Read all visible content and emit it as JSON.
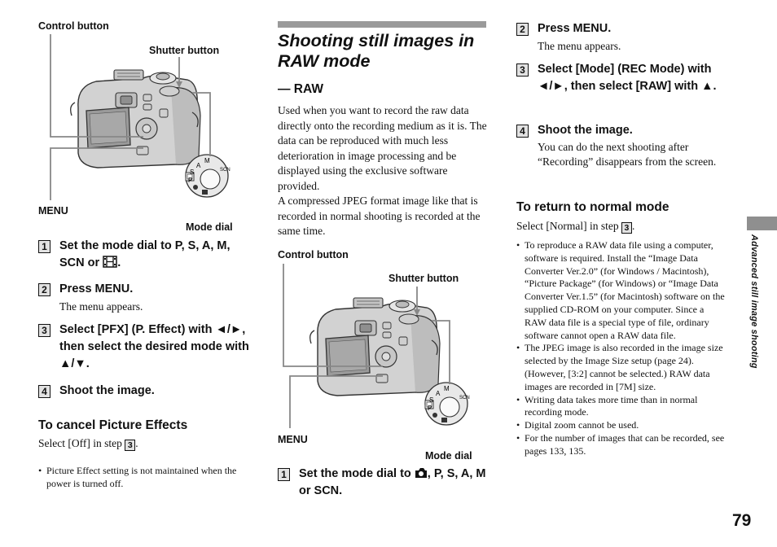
{
  "page_number": "79",
  "side_tab": "Advanced still image shooting",
  "left": {
    "figure": {
      "control_button": "Control button",
      "shutter_button": "Shutter button",
      "menu": "MENU",
      "mode_dial": "Mode dial",
      "dial_letters": [
        "M",
        "A",
        "S",
        "P",
        "SCN"
      ]
    },
    "steps": [
      {
        "num": "1",
        "text": "Set the mode dial to P, S, A, M, SCN or",
        "icon": "movie-mode-icon",
        "sub": ""
      },
      {
        "num": "2",
        "text": "Press MENU.",
        "sub": "The menu appears."
      },
      {
        "num": "3",
        "text": "Select [PFX] (P. Effect) with ◄/►, then select the desired mode with ▲/▼.",
        "sub": ""
      },
      {
        "num": "4",
        "text": "Shoot the image.",
        "sub": ""
      }
    ],
    "cancel_heading": "To cancel Picture Effects",
    "cancel_text": "Select [Off] in step",
    "cancel_step": "3",
    "bullets": [
      "Picture Effect setting is not maintained when the power is turned off."
    ]
  },
  "middle": {
    "title": "Shooting still images in RAW mode",
    "subtitle": "— RAW",
    "paragraph1": "Used when you want to record the raw data directly onto the recording medium as it is. The data can be reproduced with much less deterioration in image processing and be displayed using the exclusive software provided.",
    "paragraph2": "A compressed JPEG format image like that is recorded in normal shooting is recorded at the same time.",
    "figure": {
      "control_button": "Control button",
      "shutter_button": "Shutter button",
      "menu": "MENU",
      "mode_dial": "Mode dial"
    },
    "step1_num": "1",
    "step1_text_a": "Set the mode dial to",
    "step1_text_b": ", P, S, A, M or SCN."
  },
  "right": {
    "steps": [
      {
        "num": "2",
        "text": "Press MENU.",
        "sub": "The menu appears."
      },
      {
        "num": "3",
        "text": "Select [Mode] (REC Mode) with ◄/►, then select [RAW] with ▲.",
        "sub": ""
      },
      {
        "num": "4",
        "text": "Shoot the image.",
        "sub": "You can do the next shooting after “Recording” disappears from the screen."
      }
    ],
    "return_heading": "To return to normal mode",
    "return_text": "Select [Normal] in step",
    "return_step": "3",
    "bullets": [
      "To reproduce a RAW data file using a computer, software is required. Install the “Image Data Converter Ver.2.0” (for Windows / Macintosh), “Picture Package” (for Windows) or “Image Data Converter Ver.1.5” (for Macintosh) software on the supplied CD-ROM on your computer. Since a RAW data file is a special type of file, ordinary software cannot open a RAW data file.",
      "The JPEG image is also recorded in the image size selected by the Image Size setup (page 24). (However, [3:2] cannot be selected.) RAW data images are recorded in [7M] size.",
      "Writing data takes more time than in normal recording mode.",
      "Digital zoom cannot be used.",
      "For the number of images that can be recorded, see pages 133, 135."
    ]
  }
}
